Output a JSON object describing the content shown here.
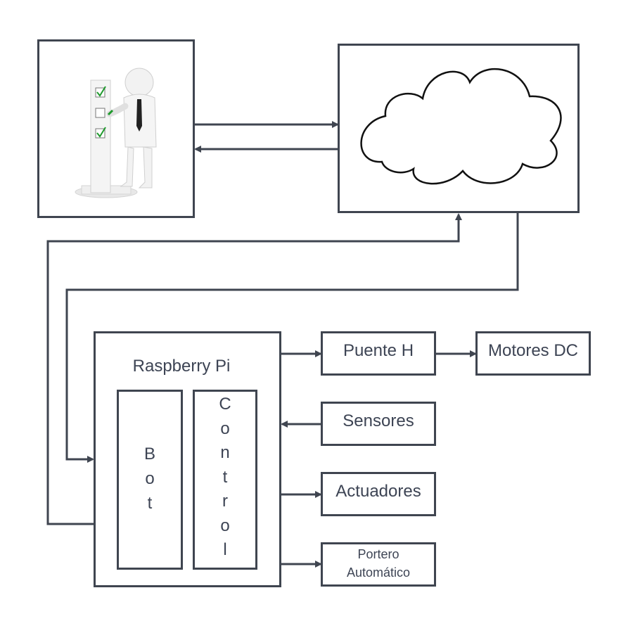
{
  "raspberry": {
    "title": "Raspberry Pi",
    "bot": "Bot",
    "control": "Control"
  },
  "blocks": {
    "puente_h": "Puente H",
    "motores_dc": "Motores DC",
    "sensores": "Sensores",
    "actuadores": "Actuadores",
    "portero": "Portero\nAutomático"
  },
  "colors": {
    "line": "#3f4550",
    "text": "#3d4454"
  },
  "icons": {
    "user": "user-checklist-icon",
    "cloud": "cloud-icon"
  }
}
